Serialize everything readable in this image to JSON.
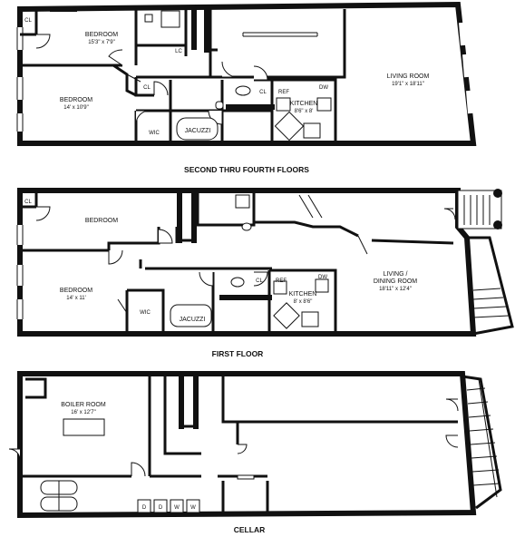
{
  "floors": {
    "upper": {
      "title": "SECOND THRU FOURTH FLOORS",
      "rooms": {
        "cl_top": "CL",
        "bedroom_a": "BEDROOM",
        "bedroom_a_dim": "15'3\" x 7'9\"",
        "bedroom_b": "BEDROOM",
        "bedroom_b_dim": "14' x 10'9\"",
        "cl_mid": "CL",
        "lc": "LC",
        "cl_hall": "CL",
        "wic": "WIC",
        "jacuzzi": "JACUZZI",
        "ref": "REF",
        "dw": "DW",
        "kitchen": "KITCHEN",
        "kitchen_dim": "8'6\" x 8'",
        "living": "LIVING ROOM",
        "living_dim": "19'1\" x 18'11\""
      }
    },
    "first": {
      "title": "FIRST FLOOR",
      "rooms": {
        "cl_top": "CL",
        "bedroom_a": "BEDROOM",
        "bedroom_b": "BEDROOM",
        "bedroom_b_dim": "14' x 11'",
        "wic": "WIC",
        "jacuzzi": "JACUZZI",
        "cl": "CL",
        "ref": "REF",
        "dw": "DW",
        "kitchen": "KITCHEN",
        "kitchen_dim": "8' x 8'6\"",
        "living_a": "LIVING /",
        "living_b": "DINING ROOM",
        "living_dim": "18'11\" x 12'4\""
      }
    },
    "cellar": {
      "title": "CELLAR",
      "rooms": {
        "boiler": "BOILER ROOM",
        "boiler_dim": "16' x 12'7\"",
        "d1": "D",
        "d2": "D",
        "w1": "W",
        "w2": "W"
      }
    }
  }
}
